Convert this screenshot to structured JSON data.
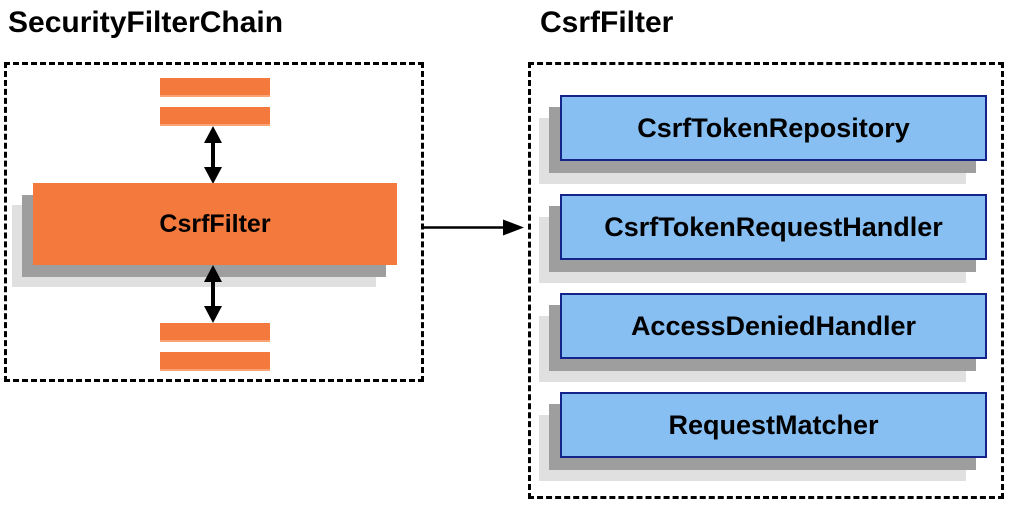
{
  "diagram": {
    "left": {
      "title": "SecurityFilterChain",
      "csrf_filter": {
        "label": "CsrfFilter"
      }
    },
    "right": {
      "title": "CsrfFilter",
      "components": [
        {
          "label": "CsrfTokenRepository"
        },
        {
          "label": "CsrfTokenRequestHandler"
        },
        {
          "label": "AccessDeniedHandler"
        },
        {
          "label": "RequestMatcher"
        }
      ]
    },
    "colors": {
      "filter_orange": "#F4793D",
      "component_blue_fill": "#87BFF3",
      "component_blue_border": "#14248A",
      "shadow_dark": "#9E9E9E",
      "shadow_light": "#E0E0E0",
      "arrow_black": "#000000"
    }
  }
}
